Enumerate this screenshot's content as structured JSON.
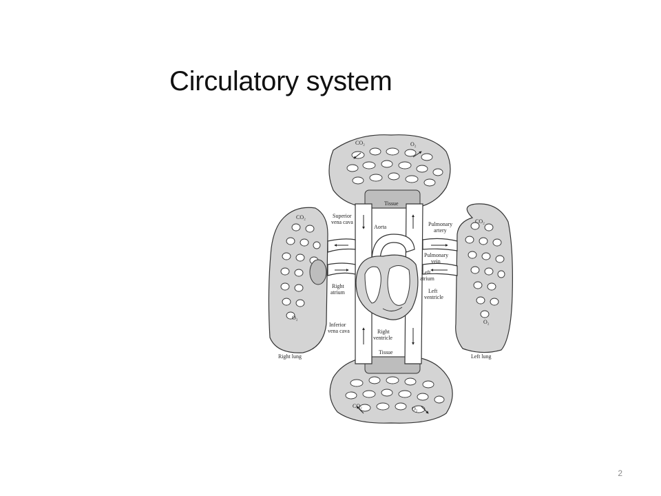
{
  "slide": {
    "title": "Circulatory system",
    "page_number": "2"
  },
  "diagram": {
    "labels": {
      "co2_upper_left": "CO₂",
      "o2_upper_right": "O₂",
      "tissue_upper": "Tissue",
      "superior_vena_cava_1": "Superior",
      "superior_vena_cava_2": "vena cava",
      "aorta": "Aorta",
      "pulmonary_artery_1": "Pulmonary",
      "pulmonary_artery_2": "artery",
      "pulmonary_vein_1": "Pulmonary",
      "pulmonary_vein_2": "vein",
      "left_atrium_1": "Left",
      "left_atrium_2": "atrium",
      "right_atrium_1": "Right",
      "right_atrium_2": "atrium",
      "left_ventricle_1": "Left",
      "left_ventricle_2": "ventricle",
      "inferior_vena_cava_1": "Inferior",
      "inferior_vena_cava_2": "vena cava",
      "right_ventricle_1": "Right",
      "right_ventricle_2": "ventricle",
      "tissue_lower": "Tissue",
      "co2_right_lung": "CO₂",
      "o2_right_lung": "O₂",
      "co2_left_lung": "CO₂",
      "o2_left_lung": "O₂",
      "right_lung": "Right lung",
      "left_lung": "Left lung",
      "co2_lower_left": "CO₂",
      "o2_lower_right": "O₂"
    }
  },
  "colors": {
    "background": "#ffffff",
    "organ_fill": "#d4d4d4",
    "vessel_fill": "#ffffff",
    "outline": "#333333"
  }
}
